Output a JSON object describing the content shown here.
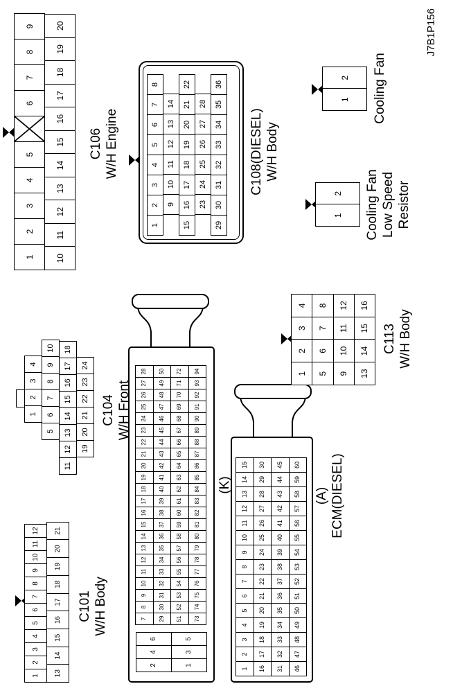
{
  "page": {
    "code": "J7B1P156"
  },
  "labels": {
    "c101": [
      "C101",
      "W/H Body"
    ],
    "c104": [
      "C104",
      "W/H Front"
    ],
    "c106": [
      "C106",
      "W/H Engine"
    ],
    "c108": [
      "C108(DIESEL)",
      "W/H Body"
    ],
    "c113": [
      "C113",
      "W/H Body"
    ],
    "ecm_k": "(K)",
    "ecm_a": "(A)",
    "ecm": "ECM(DIESEL)",
    "cooling_fan": "Cooling Fan",
    "cf_resistor": [
      "Cooling Fan",
      "Low Speed",
      "Resistor"
    ]
  },
  "pins": {
    "c101": [
      [
        {
          "r": [
            1,
            12
          ]
        }
      ],
      [
        {
          "r": [
            13,
            21
          ]
        }
      ]
    ],
    "c104": [
      [
        {
          "r": [
            1,
            4
          ]
        }
      ],
      [
        {
          "r": [
            5,
            10
          ]
        }
      ],
      [
        {
          "r": [
            11,
            18
          ]
        }
      ],
      [
        {
          "r": [
            19,
            24
          ]
        }
      ]
    ],
    "c106": [
      [
        {
          "r": [
            1,
            5
          ]
        },
        "X",
        {
          "r": [
            6,
            9
          ]
        }
      ],
      [
        {
          "r": [
            10,
            20
          ]
        }
      ]
    ],
    "c108": [
      [
        {
          "r": [
            1,
            8
          ]
        }
      ],
      [
        {
          "r": [
            9,
            14
          ]
        }
      ],
      [
        {
          "r": [
            15,
            22
          ]
        }
      ],
      [
        {
          "r": [
            23,
            28
          ]
        }
      ],
      [
        {
          "r": [
            29,
            36
          ]
        }
      ]
    ],
    "c113": [
      [
        {
          "r": [
            1,
            4
          ]
        }
      ],
      [
        {
          "r": [
            5,
            8
          ]
        }
      ],
      [
        {
          "r": [
            9,
            12
          ]
        }
      ],
      [
        {
          "r": [
            13,
            16
          ]
        }
      ]
    ],
    "ecm_k_large": [
      [
        2,
        4,
        6
      ],
      [
        1,
        3,
        5
      ]
    ],
    "ecm_k_main": [
      [
        {
          "r": [
            7,
            28
          ]
        }
      ],
      [
        {
          "r": [
            29,
            50
          ]
        }
      ],
      [
        {
          "r": [
            51,
            72
          ]
        }
      ],
      [
        {
          "r": [
            73,
            94
          ]
        }
      ]
    ],
    "ecm_a_main": [
      [
        {
          "r": [
            1,
            15
          ]
        }
      ],
      [
        {
          "r": [
            16,
            30
          ]
        }
      ],
      [
        {
          "r": [
            31,
            45
          ]
        }
      ],
      [
        {
          "r": [
            46,
            60
          ]
        }
      ]
    ],
    "cooling_fan": [
      [
        1,
        2
      ]
    ],
    "cf_resistor": [
      [
        1,
        2
      ]
    ]
  },
  "colors": {
    "line": "#000000",
    "background": "#ffffff"
  }
}
